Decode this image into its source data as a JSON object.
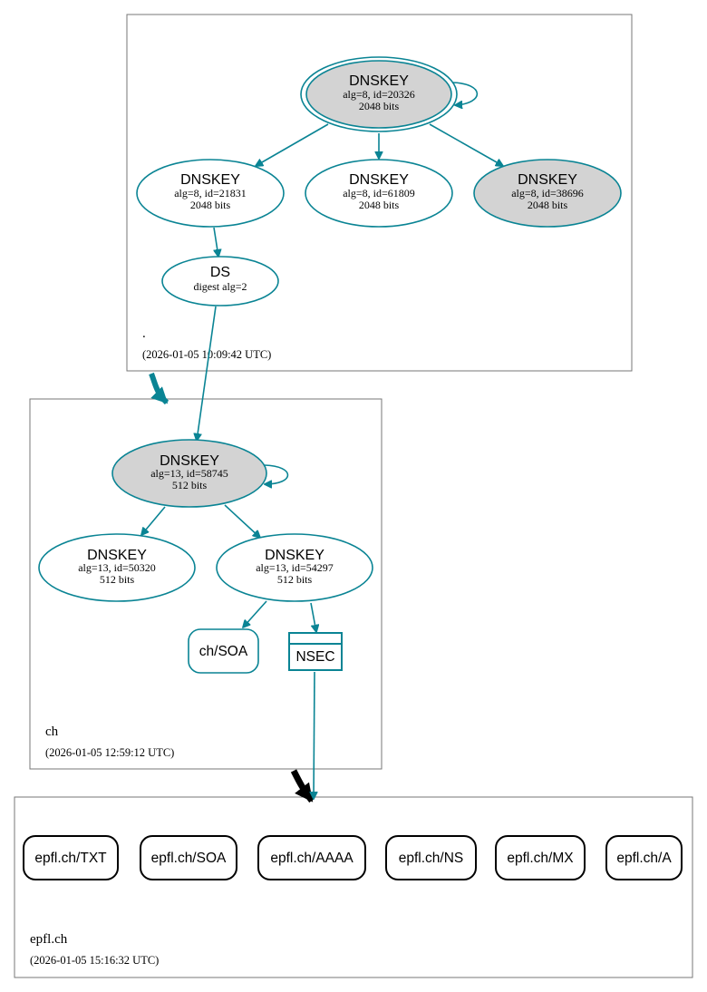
{
  "zones": {
    "root": {
      "name": ".",
      "timestamp": "(2026-01-05 10:09:42 UTC)"
    },
    "ch": {
      "name": "ch",
      "timestamp": "(2026-01-05 12:59:12 UTC)"
    },
    "epfl": {
      "name": "epfl.ch",
      "timestamp": "(2026-01-05 15:16:32 UTC)"
    }
  },
  "root_keys": [
    {
      "label": "DNSKEY",
      "detail": "alg=8, id=20326",
      "size": "2048 bits",
      "fill": "#d3d3d3",
      "role": "ksk-trust-anchor"
    },
    {
      "label": "DNSKEY",
      "detail": "alg=8, id=21831",
      "size": "2048 bits",
      "fill": "#ffffff",
      "role": "zsk"
    },
    {
      "label": "DNSKEY",
      "detail": "alg=8, id=61809",
      "size": "2048 bits",
      "fill": "#ffffff",
      "role": "zsk"
    },
    {
      "label": "DNSKEY",
      "detail": "alg=8, id=38696",
      "size": "2048 bits",
      "fill": "#d3d3d3",
      "role": "ksk"
    }
  ],
  "root_ds": {
    "label": "DS",
    "detail": "digest alg=2"
  },
  "ch_keys": [
    {
      "label": "DNSKEY",
      "detail": "alg=13, id=58745",
      "size": "512 bits",
      "fill": "#d3d3d3",
      "role": "ksk"
    },
    {
      "label": "DNSKEY",
      "detail": "alg=13, id=50320",
      "size": "512 bits",
      "fill": "#ffffff",
      "role": "zsk"
    },
    {
      "label": "DNSKEY",
      "detail": "alg=13, id=54297",
      "size": "512 bits",
      "fill": "#ffffff",
      "role": "zsk"
    }
  ],
  "ch_records": {
    "soa": "ch/SOA",
    "nsec": "NSEC"
  },
  "epfl_records": [
    "epfl.ch/TXT",
    "epfl.ch/SOA",
    "epfl.ch/AAAA",
    "epfl.ch/NS",
    "epfl.ch/MX",
    "epfl.ch/A"
  ],
  "colors": {
    "edge": "#0a8494",
    "ksk_fill": "#d3d3d3",
    "zone_border": "#777777",
    "delegation_insecure": "#000000"
  }
}
